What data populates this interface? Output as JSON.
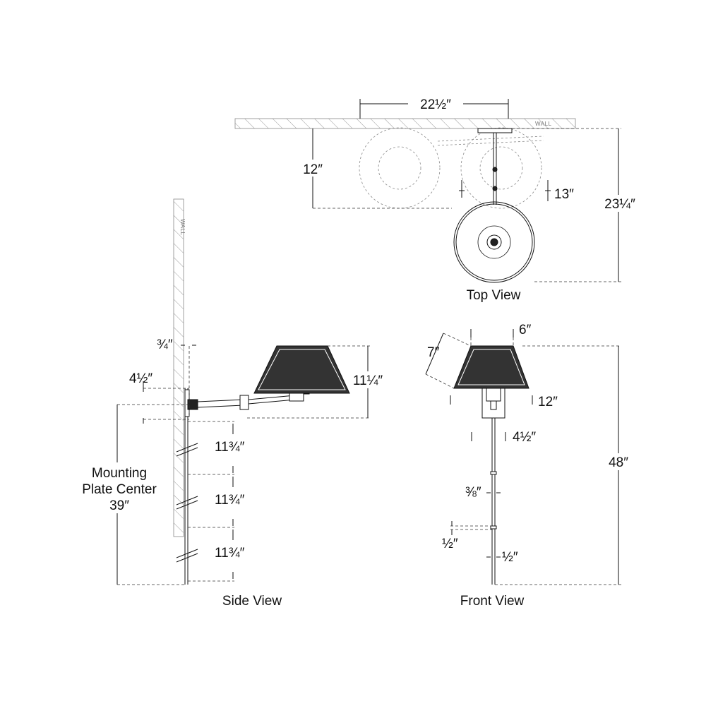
{
  "views": {
    "top": "Top View",
    "side": "Side View",
    "front": "Front View"
  },
  "wall_label": "WALL",
  "top_dims": {
    "width": "22½″",
    "projection": "12″",
    "shade_gap": "13″",
    "extension": "23¼″"
  },
  "side_dims": {
    "wall_offset": "¾″",
    "plate": "4½″",
    "shade_height": "11¼″",
    "seg1": "11¾″",
    "seg2": "11¾″",
    "seg3": "11¾″",
    "mount_line1": "Mounting",
    "mount_line2": "Plate Center",
    "mount_value": "39″"
  },
  "front_dims": {
    "shade_top": "6″",
    "shade_side": "7″",
    "shade_bottom": "12″",
    "backplate": "4½″",
    "overall": "48″",
    "rod": "⅜″",
    "foot_height": "½″",
    "foot_width": "½″"
  },
  "icons": [
    "hatched-wall",
    "arrow-ticks"
  ]
}
